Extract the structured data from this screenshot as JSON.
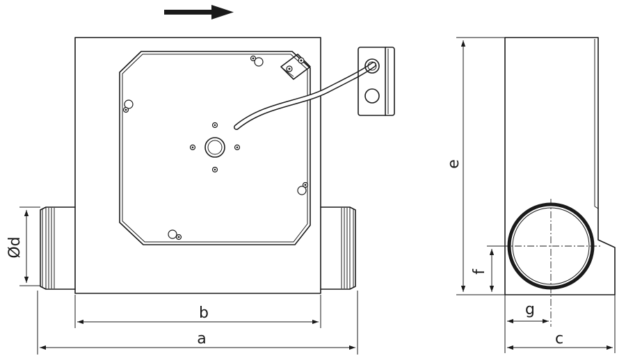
{
  "diagram": {
    "dimension_labels": {
      "a": "a",
      "b": "b",
      "c": "c",
      "d": "Ød",
      "e": "e",
      "f": "f",
      "g": "g"
    },
    "flow_direction": "right",
    "line_color": "#1a1a1a",
    "background_color": "#ffffff"
  }
}
